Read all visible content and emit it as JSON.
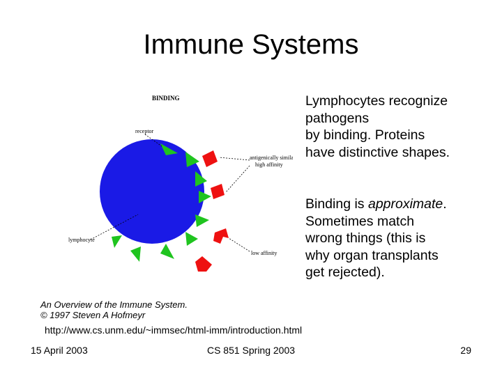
{
  "slide": {
    "title": "Immune Systems"
  },
  "paragraph1": {
    "line1": "Lymphocytes recognize",
    "line2": "pathogens",
    "line3": "by binding.  Proteins",
    "line4": "have distinctive shapes."
  },
  "paragraph2": {
    "line1_before": "Binding is ",
    "line1_emphasis": "approximate",
    "line1_after": ".",
    "line2": "Sometimes match",
    "line3": "wrong things (this is",
    "line4": "why organ transplants",
    "line5": "get rejected)."
  },
  "figure": {
    "heading": "BINDING",
    "label_receptor": "receptor",
    "label_high_line1": "antigenically similar",
    "label_high_line2": "high affinity",
    "label_lymphocyte": "lymphocyte",
    "label_low": "low affinity",
    "colors": {
      "cell": "#1a1ae6",
      "receptor": "#1fc41f",
      "antigen": "#ee1111"
    }
  },
  "caption": {
    "line1": "An Overview of the Immune System.",
    "line2": "© 1997 Steven A Hofmeyr",
    "url": "http://www.cs.unm.edu/~immsec/html-imm/introduction.html"
  },
  "footer": {
    "date": "15 April 2003",
    "course": "CS 851 Spring 2003",
    "page": "29"
  }
}
